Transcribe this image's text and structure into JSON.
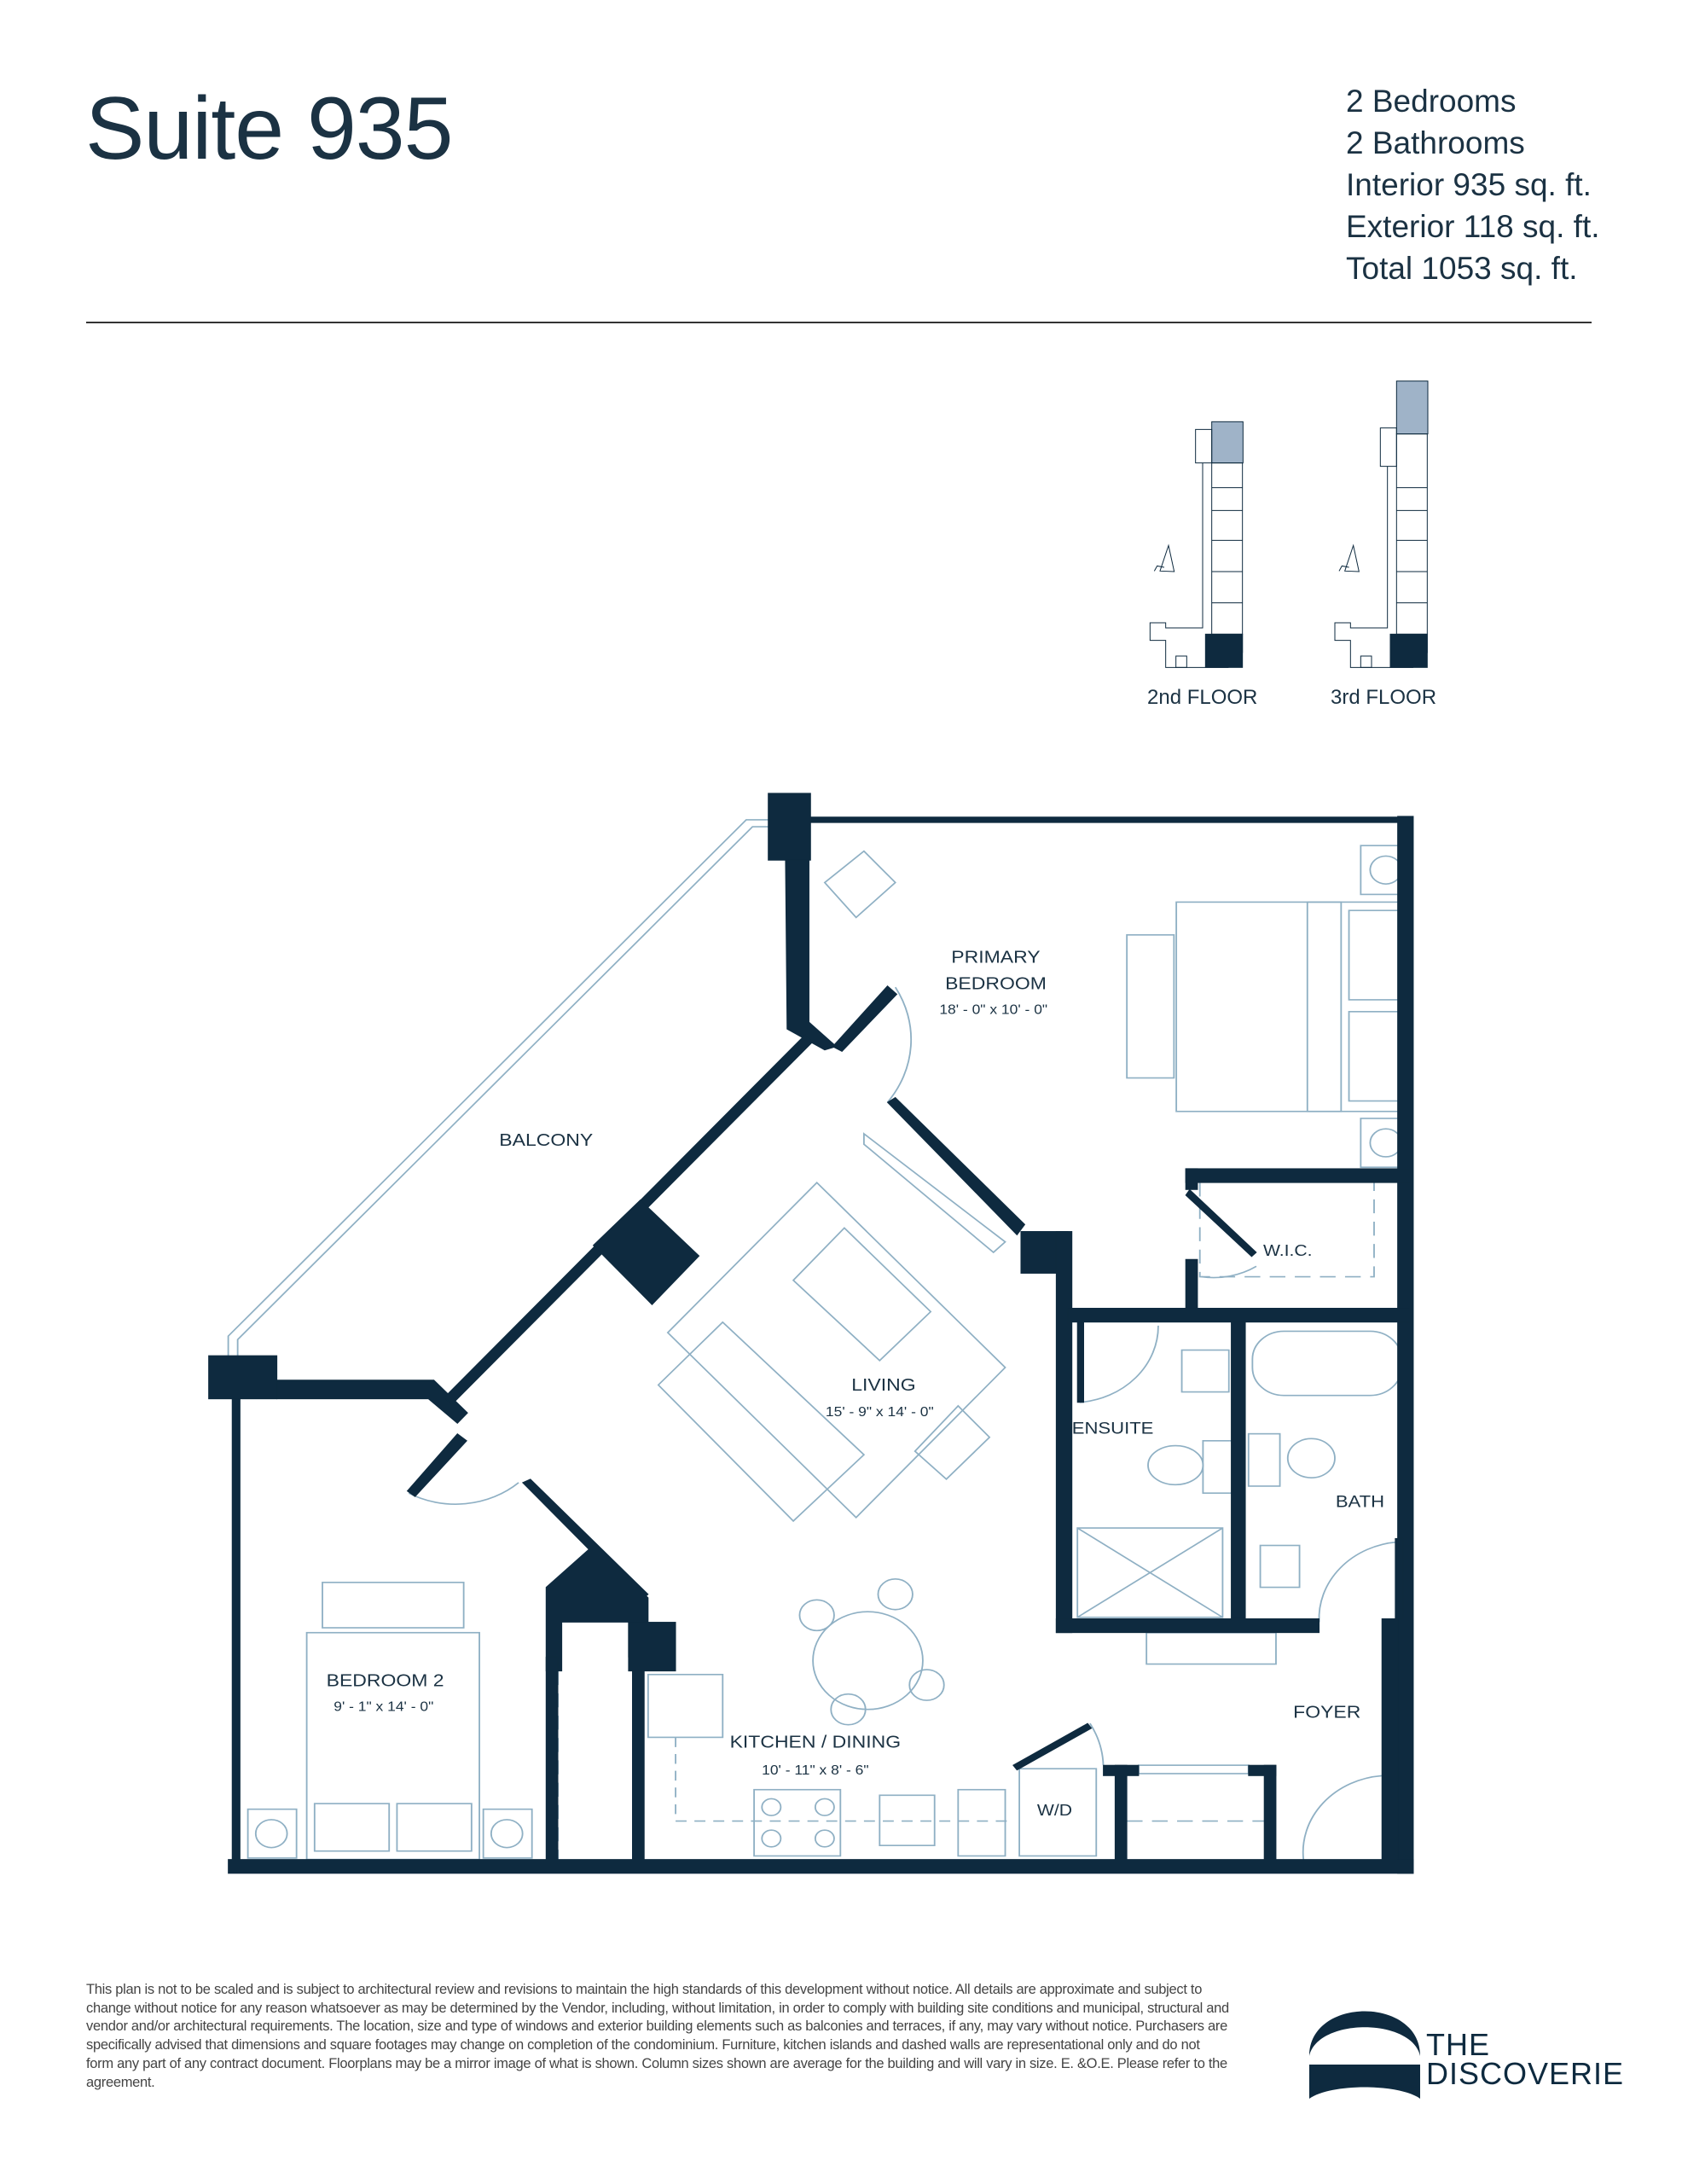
{
  "header": {
    "title": "Suite 935",
    "specs": [
      "2 Bedrooms",
      "2 Bathrooms",
      "Interior 935 sq. ft.",
      "Exterior 118 sq. ft.",
      "Total 1053 sq. ft."
    ]
  },
  "keyplans": [
    {
      "label": "2nd FLOOR"
    },
    {
      "label": "3rd FLOOR"
    }
  ],
  "rooms": {
    "primary_bedroom": {
      "name_line1": "PRIMARY",
      "name_line2": "BEDROOM",
      "dims": "18' - 0\" x 10' - 0\""
    },
    "balcony": {
      "name": "BALCONY"
    },
    "living": {
      "name": "LIVING",
      "dims": "15' - 9\" x 14' - 0\""
    },
    "wic": {
      "name": "W.I.C."
    },
    "ensuite": {
      "name": "ENSUITE"
    },
    "bath": {
      "name": "BATH"
    },
    "bedroom2": {
      "name": "BEDROOM 2",
      "dims": "9' - 1\" x 14' - 0\""
    },
    "kitchen": {
      "name": "KITCHEN / DINING",
      "dims": "10' - 11\" x 8' - 6\""
    },
    "wd": {
      "name": "W/D"
    },
    "foyer": {
      "name": "FOYER"
    }
  },
  "colors": {
    "wall": "#0e2a3f",
    "furniture": "#8fb0c4",
    "highlight": "#9fb3c8"
  },
  "footer": {
    "disclaimer": "This plan is not to be scaled and is subject to architectural review and revisions to maintain the high standards of this development without notice. All details are approximate and subject to change without notice for any reason whatsoever as may be determined by the Vendor, including, without limitation, in order to comply with building site conditions and municipal, structural and vendor and/or architectural requirements. The location, size and type of windows and exterior building elements such as balconies and terraces, if any, may vary without notice. Purchasers are specifically advised that dimensions and square footages may change on completion of the condominium. Furniture, kitchen islands and dashed walls are representational only and do not form any part of any contract document. Floorplans may be a mirror image of what is shown. Column sizes shown are average for the building and will vary in size. E. &O.E. Please refer to the agreement.",
    "logo_line1": "THE",
    "logo_line2": "DISCOVERIE"
  }
}
